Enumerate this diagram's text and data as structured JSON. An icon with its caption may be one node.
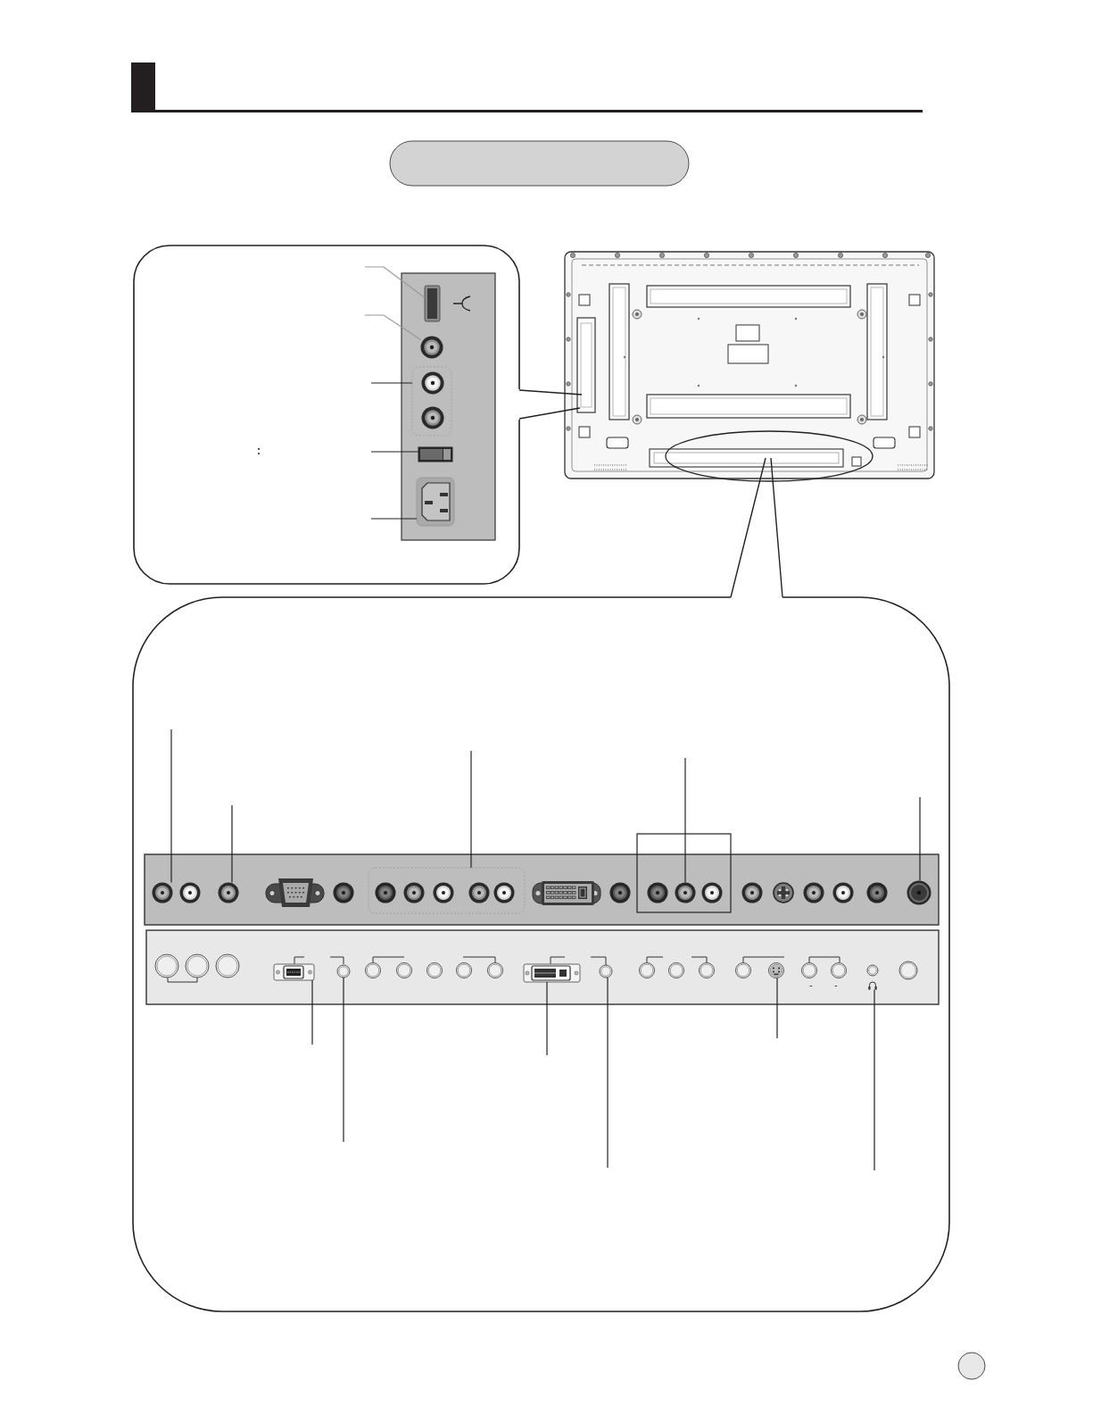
{
  "diagram": {
    "nodes": [
      {
        "text": [],
        "shape": "box"
      },
      {
        "text": [],
        "shape": "box"
      },
      {
        "text": [],
        "shape": "box",
        "in": 1
      },
      {
        "text": [],
        "shape": "box",
        "in": 2
      },
      {
        "text": [],
        "shape": "circle",
        "in": 2
      },
      {
        "text": [],
        "shape": "box",
        "in": 2
      },
      {
        "text": [],
        "shape": "box",
        "in": 2
      },
      {
        "text": [],
        "shape": "box",
        "in": 2
      },
      {
        "text": [],
        "shape": "box"
      },
      {
        "text": [],
        "shape": "box",
        "in": 8
      },
      {
        "text": [],
        "shape": "circle",
        "in": 9
      },
      {
        "text": [],
        "shape": "circle",
        "in": 9
      },
      {
        "text": [],
        "shape": "circle",
        "in": 9
      },
      {
        "text": [],
        "shape": "circle",
        "in": 9
      },
      {
        "text": [],
        "shape": "box",
        "in": 9
      },
      {
        "text": [],
        "shape": "circle",
        "in": 9
      },
      {
        "text": [],
        "shape": "box",
        "in": 8
      },
      {
        "text": [],
        "shape": "circle"
      },
      {
        "text": [],
        "shape": "circle"
      },
      {
        "text": [],
        "shape": "circle"
      },
      {
        "text": [],
        "shape": "circle",
        "in": 9
      },
      {
        "text": [],
        "shape": "circle",
        "in": 9
      },
      {
        "text": [],
        "shape": "circle",
        "in": 9
      },
      {
        "text": [],
        "shape": "circle",
        "in": 9
      },
      {
        "text": [],
        "shape": "circle",
        "in": 9
      },
      {
        "text": [],
        "shape": "box",
        "in": 8
      },
      {
        "text": [],
        "shape": "circle",
        "in": 25
      },
      {
        "text": [],
        "shape": "circle",
        "in": 25
      },
      {
        "text": [],
        "shape": "circle",
        "in": 25
      },
      {
        "text": [],
        "shape": "box",
        "in": 25
      },
      {
        "text": [],
        "shape": "circle",
        "in": 25
      },
      {
        "text": [],
        "shape": "circle",
        "in": 25
      },
      {
        "text": [],
        "shape": "circle",
        "in": 25
      },
      {
        "text": [],
        "shape": "circle",
        "in": 25
      },
      {
        "text": [],
        "shape": "circle",
        "in": 25
      },
      {
        "text": [],
        "shape": "circle",
        "in": 25
      },
      {
        "text": [],
        "shape": "box",
        "in": 25
      },
      {
        "text": [],
        "shape": "circle",
        "in": 25
      },
      {
        "text": [],
        "shape": "circle",
        "in": 25
      },
      {
        "text": [],
        "shape": "circle",
        "in": 25
      },
      {
        "text": [],
        "shape": "circle",
        "in": 25
      },
      {
        "text": [],
        "shape": "circle",
        "in": 25
      },
      {
        "text": [],
        "shape": "circle",
        "in": 25
      },
      {
        "text": [],
        "shape": "circle",
        "in": 25
      },
      {
        "text": [],
        "shape": "circle",
        "in": 25
      },
      {
        "text": [],
        "shape": "circle",
        "in": 25
      },
      {
        "text": [],
        "shape": "circle",
        "in": 25
      },
      {
        "text": [],
        "shape": "circle"
      }
    ],
    "edges": [
      {
        "from": null,
        "to": 3,
        "arrow": "none",
        "color": "#999999"
      },
      {
        "from": null,
        "to": 4,
        "arrow": "none",
        "color": "#999999"
      },
      {
        "from": null,
        "to": 5,
        "arrow": "none"
      },
      {
        "from": null,
        "to": 6,
        "arrow": "none"
      },
      {
        "from": null,
        "to": 7,
        "arrow": "none"
      },
      {
        "from": null,
        "to": 10,
        "arrow": "none"
      },
      {
        "from": null,
        "to": 12,
        "arrow": "none"
      },
      {
        "from": null,
        "to": 14,
        "arrow": "none"
      },
      {
        "from": null,
        "to": 18,
        "arrow": "none"
      },
      {
        "from": null,
        "to": 24,
        "arrow": "none"
      },
      {
        "from": null,
        "to": 29,
        "arrow": "none"
      },
      {
        "from": null,
        "to": 30,
        "arrow": "none"
      },
      {
        "from": null,
        "to": 36,
        "arrow": "none"
      },
      {
        "from": null,
        "to": 37,
        "arrow": "none"
      },
      {
        "from": null,
        "to": 42,
        "arrow": "none"
      },
      {
        "from": null,
        "to": 45,
        "arrow": "none"
      }
    ],
    "labels": [
      ":",
      "-",
      "-"
    ]
  }
}
